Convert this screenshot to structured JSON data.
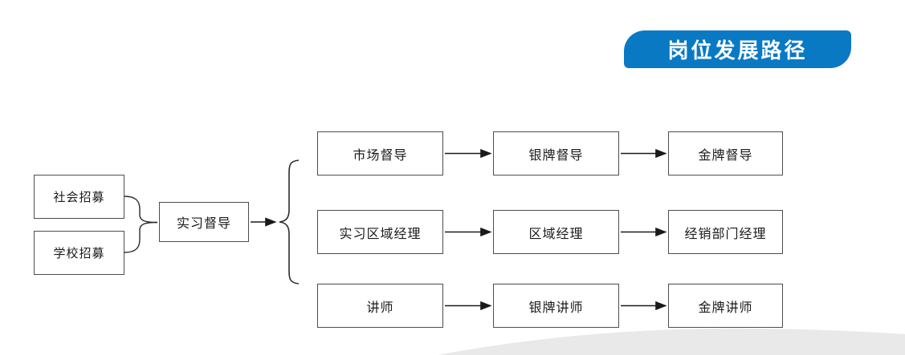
{
  "banner": {
    "label": "岗位发展路径",
    "color": "#0a79c4"
  },
  "sources": [
    {
      "label": "社会招募"
    },
    {
      "label": "学校招募"
    }
  ],
  "entry": {
    "label": "实习督导"
  },
  "tracks": [
    {
      "steps": [
        "市场督导",
        "银牌督导",
        "金牌督导"
      ]
    },
    {
      "steps": [
        "实习区域经理",
        "区域经理",
        "经销部门经理"
      ]
    },
    {
      "steps": [
        "讲师",
        "银牌讲师",
        "金牌讲师"
      ]
    }
  ],
  "decor": {
    "swoosh_color": "#e9e9e9",
    "line_color": "#2b2b2b"
  }
}
